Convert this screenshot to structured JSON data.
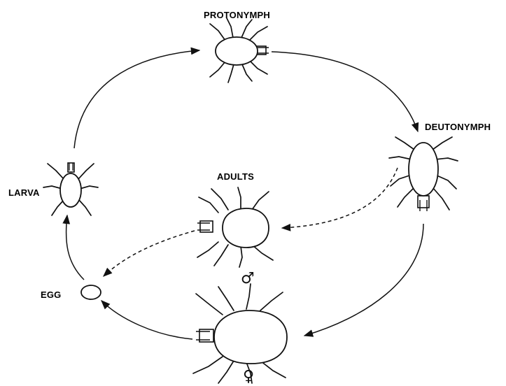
{
  "diagram": {
    "stages": {
      "protonymph": "PROTONYMPH",
      "deutonymph": "DEUTONYMPH",
      "adults": "ADULTS",
      "larva": "LARVA",
      "egg": "EGG"
    },
    "sex_symbols": {
      "male": "♂",
      "female": "♀"
    }
  }
}
